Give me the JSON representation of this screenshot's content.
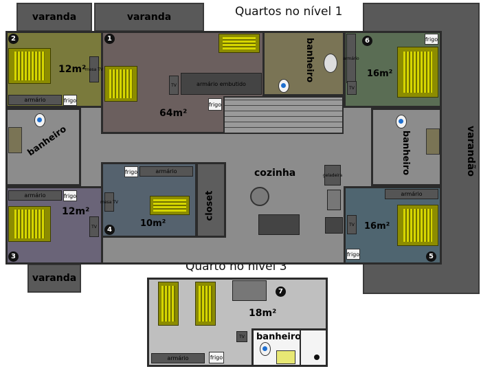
{
  "titles": {
    "level1": "Quartos no nível 1",
    "level3": "Quarto no nível 3"
  },
  "verandas": {
    "top_left": "varanda",
    "top_center": "varanda",
    "bottom_left": "varanda",
    "right": "varandão"
  },
  "rooms": {
    "r1": {
      "badge": "1",
      "area": "64m²",
      "closet": "armário embutido",
      "frigo": "frigo",
      "tv": "TV"
    },
    "r2": {
      "badge": "2",
      "area": "12m²",
      "armario": "armário",
      "frigo": "frigo",
      "tv": "mesa TV"
    },
    "r3": {
      "badge": "3",
      "area": "12m²",
      "armario": "armário",
      "frigo": "frigo",
      "tv": "TV"
    },
    "r4": {
      "badge": "4",
      "area": "10m²",
      "armario": "armário",
      "frigo": "frigo",
      "tv": "mesa TV"
    },
    "r5": {
      "badge": "5",
      "area": "16m²",
      "armario": "armário",
      "frigo": "frigo",
      "tv": "TV"
    },
    "r6": {
      "badge": "6",
      "area": "16m²",
      "armario": "armário",
      "frigo": "frigo",
      "tv": "TV"
    },
    "r7": {
      "badge": "7",
      "area": "18m²",
      "armario": "armário",
      "frigo": "frigo",
      "tv": "TV"
    }
  },
  "bathrooms": {
    "top_center": "banheiro",
    "left": "banheiro",
    "right": "banheiro",
    "level3": "banheiro"
  },
  "closet": "closet",
  "kitchen": {
    "label": "cozinha",
    "appliance": "geladeira"
  },
  "colors": {
    "corridor": "#8c8c8c",
    "room1": "#6b5f5e",
    "room2": "#7a7a3c",
    "room3": "#6a6478",
    "room4": "#55626e",
    "room5": "#4f6570",
    "room6": "#5a6d54",
    "bath_top": "#7a7455",
    "veranda": "#595959",
    "level3": "#bfbfbf"
  }
}
